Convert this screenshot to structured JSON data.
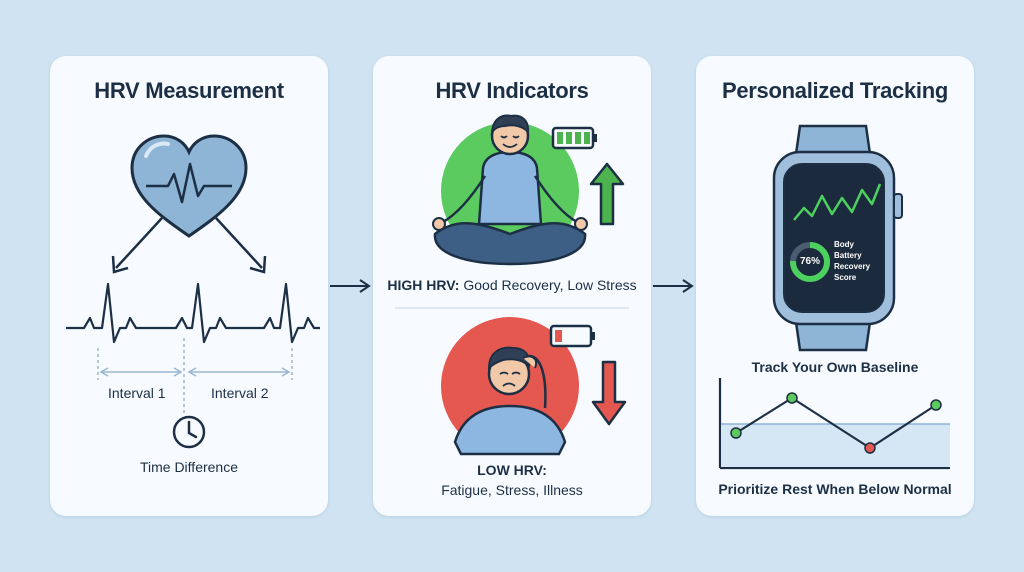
{
  "panels": {
    "measurement": {
      "title": "HRV Measurement",
      "interval1": "Interval 1",
      "interval2": "Interval 2",
      "time_difference": "Time Difference"
    },
    "indicators": {
      "title": "HRV Indicators",
      "high_hrv_prefix": "HIGH HRV:",
      "high_hrv_text": "Good Recovery, Low Stress",
      "low_hrv_prefix": "LOW HRV:",
      "low_hrv_text": "Fatigue, Stress, Illness"
    },
    "tracking": {
      "title": "Personalized Tracking",
      "watch_percent": "76%",
      "watch_label_line1": "Body",
      "watch_label_line2": "Battery",
      "watch_label_line3": "Recovery",
      "watch_label_line4": "Score",
      "baseline_label": "Track Your Own Baseline",
      "footer": "Prioritize Rest When Below Normal"
    }
  },
  "colors": {
    "background": "#cfe3f2",
    "panel": "#f7fbff",
    "ink": "#1d2f45",
    "high_green": "#5ccb5f",
    "low_red": "#e4584f",
    "heart_fill": "#8eb4d6",
    "person_shirt": "#8db7e0",
    "watch_screen": "#1c2a3d"
  },
  "icons": [
    "heart-icon",
    "clock-icon",
    "battery-full-icon",
    "battery-low-icon",
    "arrow-up-icon",
    "arrow-down-icon",
    "smartwatch-icon"
  ]
}
